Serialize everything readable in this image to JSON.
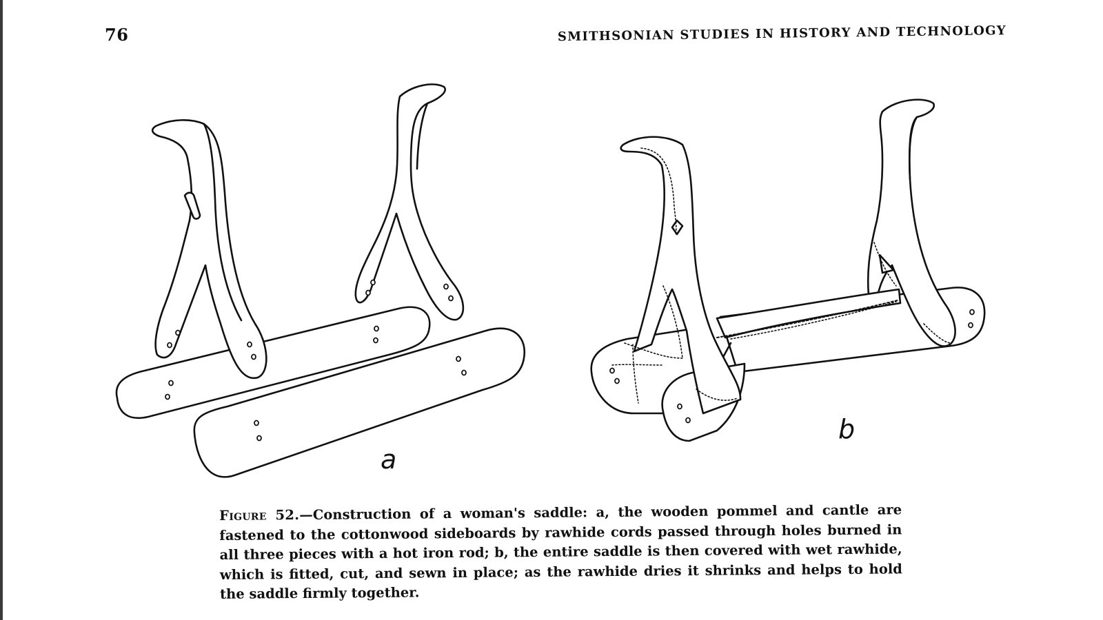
{
  "page": {
    "page_number": "76",
    "running_header": "SMITHSONIAN STUDIES IN HISTORY AND TECHNOLOGY"
  },
  "figure": {
    "panel_a_label": "a",
    "panel_b_label": "b",
    "caption_label": "Figure 52.",
    "caption_text": "—Construction of a woman's saddle: a, the wooden pommel and cantle are fastened to the cottonwood sideboards by rawhide cords passed through holes burned in all three pieces with a hot iron rod; b, the entire saddle is then covered with wet rawhide, which is fitted, cut, and sewn in place; as the rawhide dries it shrinks and helps to hold the saddle firmly together."
  },
  "colors": {
    "ink": "#111111",
    "paper": "#ffffff"
  }
}
